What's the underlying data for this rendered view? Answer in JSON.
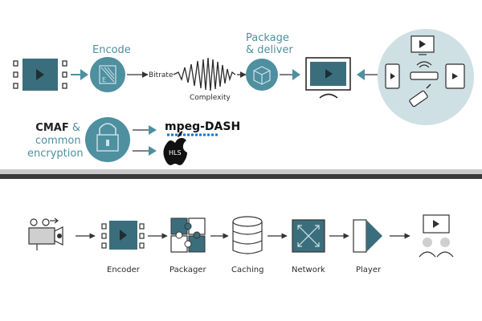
{
  "colors": {
    "teal": "#4e8fa0",
    "dark_teal": "#3b6e7c",
    "light_circle": "#cfe0e5",
    "arrow": "#333333",
    "divider": "#3a3a3a",
    "dash_blue": "#1a73c8"
  },
  "top": {
    "encode_label": "Encode",
    "bitrate_label": "Bitrate",
    "complexity_label": "Complexity",
    "package_label_line1": "Package",
    "package_label_line2": "& deliver",
    "cmaf_word": "CMAF",
    "amp": " &",
    "common": "common",
    "encryption": "encryption",
    "mpeg_dash": "mpeg-DASH",
    "hls": "HLS"
  },
  "pipeline": {
    "steps": [
      {
        "label": ""
      },
      {
        "label": "Encoder"
      },
      {
        "label": "Packager"
      },
      {
        "label": "Caching"
      },
      {
        "label": "Network"
      },
      {
        "label": "Player"
      },
      {
        "label": ""
      }
    ]
  },
  "icons": [
    "film-strip-icon",
    "encode-icon",
    "waveform-icon",
    "package-icon",
    "monitor-icon",
    "devices-icon",
    "lock-icon",
    "apple-icon",
    "camera-icon",
    "puzzle-icon",
    "database-icon",
    "network-icon",
    "player-icon",
    "audience-icon"
  ]
}
